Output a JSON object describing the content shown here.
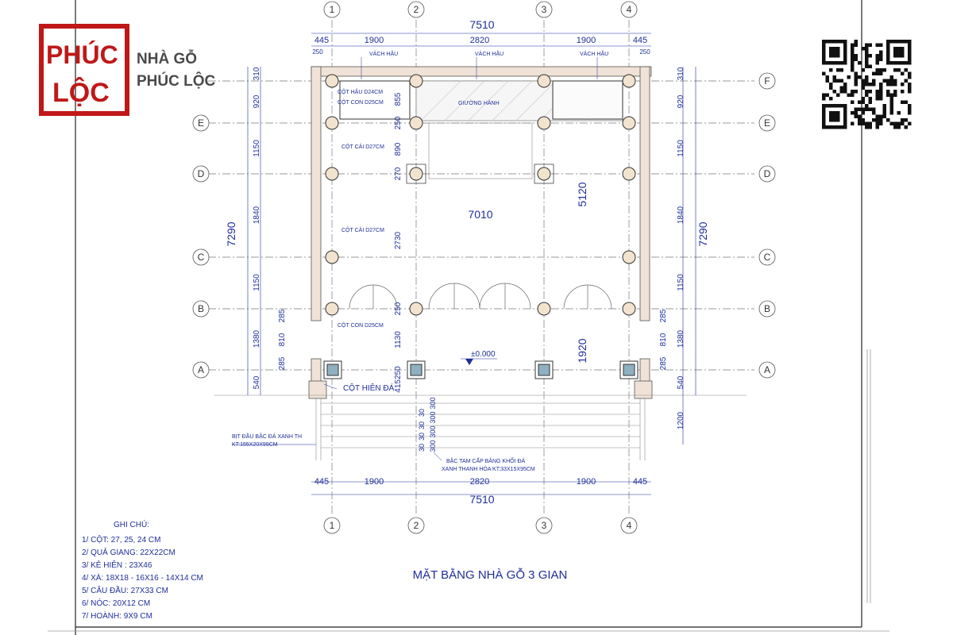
{
  "brand": {
    "logo_text": [
      "PHÚC",
      "LỘC"
    ],
    "name_lines": [
      "NHÀ GỖ",
      "PHÚC LỘC"
    ],
    "color": "#c01818"
  },
  "drawing": {
    "title": "MẶT BẰNG NHÀ GỖ 3 GIAN",
    "level_mark": "±0.000",
    "axes_x": [
      "1",
      "2",
      "3",
      "4"
    ],
    "axes_y": [
      "F",
      "E",
      "D",
      "C",
      "B",
      "A"
    ],
    "top_dims": {
      "total": "7510",
      "segments": [
        "445",
        "1900",
        "2820",
        "1900",
        "445"
      ],
      "edge_small": [
        "250",
        "250"
      ]
    },
    "bottom_dims": {
      "total": "7510",
      "segments": [
        "445",
        "1900",
        "2820",
        "1900",
        "445"
      ]
    },
    "left_dims": {
      "total": "7290",
      "segments": [
        "310",
        "920",
        "1150",
        "1840",
        "1150",
        "1380",
        "540"
      ],
      "sub": [
        "285",
        "810",
        "285"
      ]
    },
    "right_dims": {
      "total": "7290",
      "segments": [
        "310",
        "920",
        "1150",
        "1840",
        "1150",
        "1380",
        "540",
        "1200"
      ],
      "sub": [
        "285",
        "810",
        "285"
      ]
    },
    "inner_dims": {
      "width": "7010",
      "vertical_big": "5120",
      "vertical_lower": "1920",
      "col_2_stack": [
        "855",
        "250",
        "890",
        "270",
        "2730",
        "250",
        "1130",
        "415250"
      ],
      "steps_a": [
        "30",
        "30",
        "30",
        "30"
      ],
      "steps_b": [
        "300",
        "300",
        "300",
        "300"
      ]
    },
    "labels": {
      "vach_hau": "VÁCH HẬU",
      "giuong_hanh": "GIƯỜNG HÀNH",
      "cot_hau": "CỘT HẬU D24CM",
      "cot_con_top": "CỘT CON D25CM",
      "cot_cai_1": "CỘT CÁI D27CM",
      "cot_cai_2": "CỘT CÁI D27CM",
      "cot_con_bottom": "CỘT CON D25CM",
      "cot_hien_da": "CỘT HIÊN ĐÁ",
      "bit_dau_1": "BỊT ĐẦU BẬC ĐÁ XANH TH",
      "bit_dau_2": "KT:155X20X99CM",
      "bac_tam_cap_1": "BẬC TAM CẤP BẰNG KHỐI ĐÁ",
      "bac_tam_cap_2": "XANH THANH HÓA KT:33X15X95CM"
    }
  },
  "notes": {
    "heading": "GHI CHÚ:",
    "items": [
      "1/ CỘT: 27, 25, 24 CM",
      "2/ QUẢ GIANG: 22X22CM",
      "3/ KẺ HIÊN : 23X46",
      "4/ XÀ: 18X18 - 16X16 - 14X14 CM",
      "5/ CÂU ĐẦU: 27X33 CM",
      "6/ NÓC: 20X12 CM",
      "7/ HOÀNH: 9X9 CM"
    ]
  }
}
